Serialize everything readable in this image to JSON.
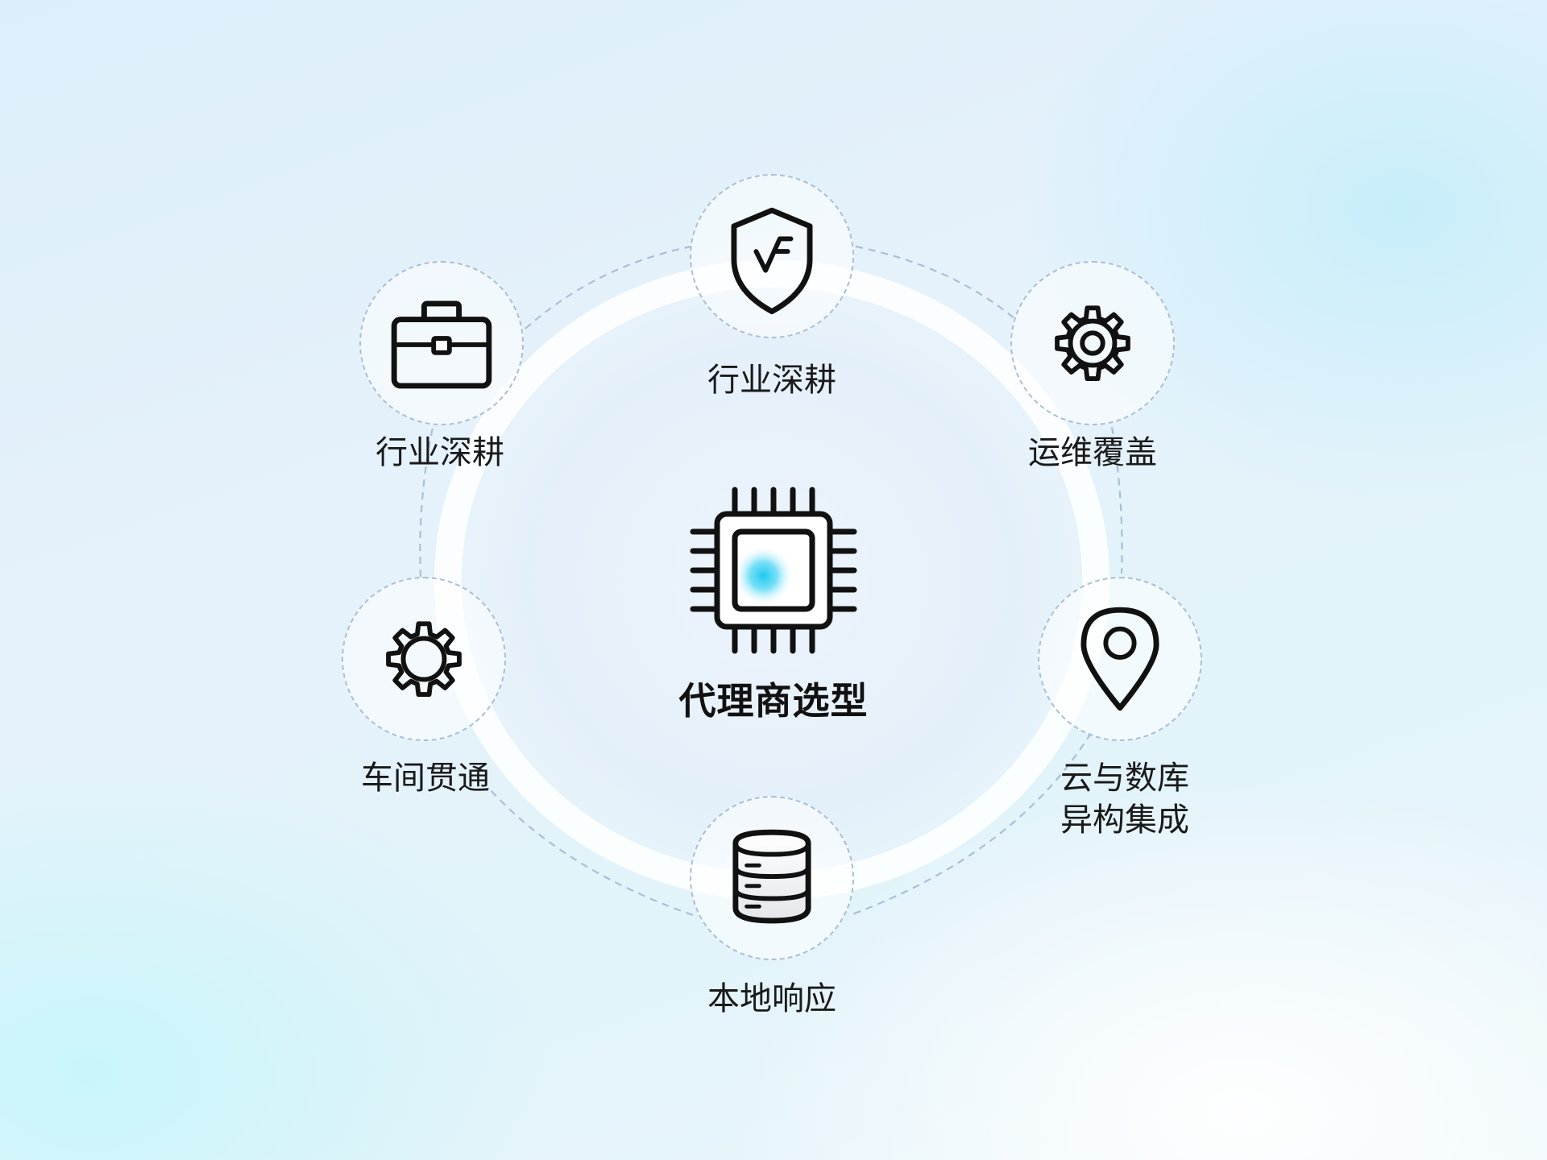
{
  "center": {
    "title": "代理商选型",
    "icon": "cpu-chip-icon",
    "accent_color": "#1ec8f0"
  },
  "nodes": [
    {
      "id": "top",
      "icon": "shield-icon",
      "label": "行业深耕"
    },
    {
      "id": "top-left",
      "icon": "briefcase-icon",
      "label": "行业深耕"
    },
    {
      "id": "top-right",
      "icon": "gear-icon",
      "label": "运维覆盖"
    },
    {
      "id": "mid-left",
      "icon": "gear-icon",
      "label": "车间贯通"
    },
    {
      "id": "mid-right",
      "icon": "location-pin-icon",
      "label_line1": "云与数库",
      "label_line2": "异构集成"
    },
    {
      "id": "bottom",
      "icon": "database-icon",
      "label": "本地响应"
    }
  ],
  "colors": {
    "dashed_line": "#a9bfd6",
    "icon_stroke": "#111111",
    "text": "#1a1a1a"
  }
}
